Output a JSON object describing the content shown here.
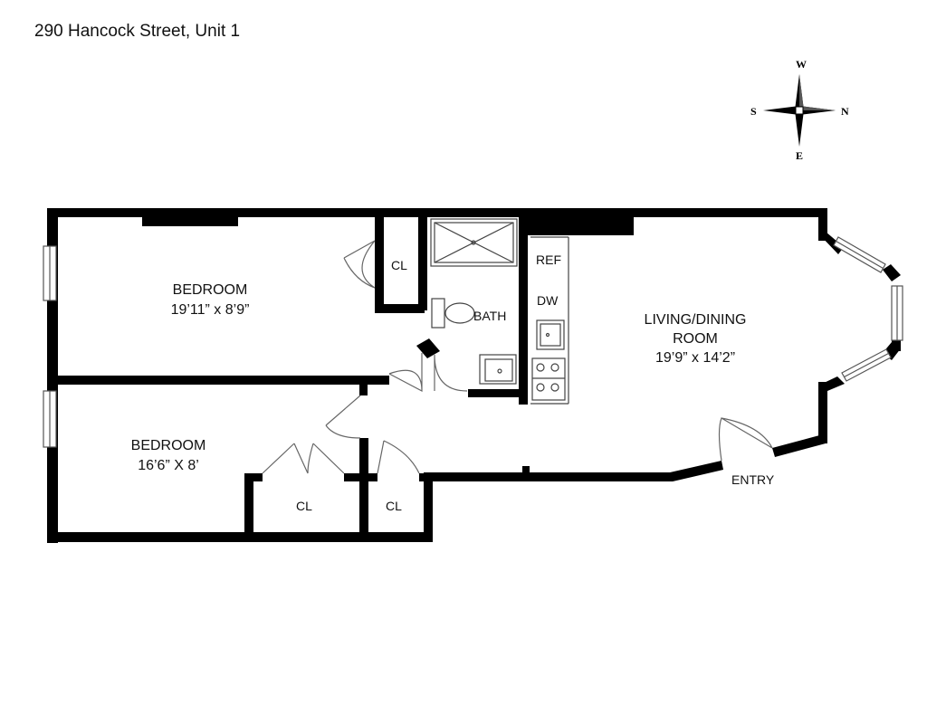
{
  "header": {
    "address": "290 Hancock Street, Unit 1"
  },
  "compass": {
    "north": "N",
    "south": "S",
    "east": "E",
    "west": "W"
  },
  "rooms": {
    "bedroom1": {
      "name": "BEDROOM",
      "dims": "19’11” x 8’9”"
    },
    "bedroom2": {
      "name": "BEDROOM",
      "dims": "16’6” X 8’"
    },
    "living": {
      "name_line1": "LIVING/DINING",
      "name_line2": "ROOM",
      "dims": "19’9” x 14’2”"
    },
    "bath": {
      "name": "BATH"
    },
    "closet_top": {
      "name": "CL"
    },
    "closet_mid": {
      "name": "CL"
    },
    "closet_right": {
      "name": "CL"
    },
    "refrigerator": {
      "name": "REF"
    },
    "dishwasher": {
      "name": "DW"
    },
    "entry": {
      "name": "ENTRY"
    }
  }
}
